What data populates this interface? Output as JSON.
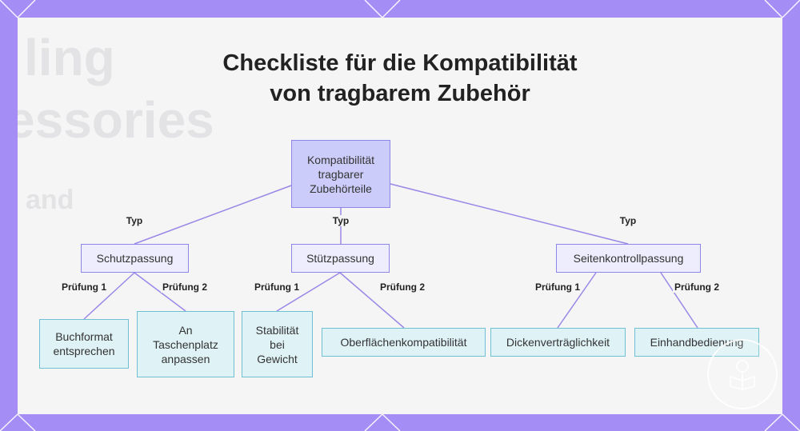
{
  "title": {
    "line1": "Checkliste für die Kompatibilität",
    "line2": "von tragbarem Zubehör"
  },
  "root": {
    "label": "Kompatibilität tragbarer Zubehörteile"
  },
  "types": [
    {
      "edge_label": "Typ",
      "label": "Schutzpassung",
      "checks": [
        {
          "edge_label": "Prüfung 1",
          "label": "Buchformat entsprechen"
        },
        {
          "edge_label": "Prüfung 2",
          "label": "An Taschenplatz anpassen"
        }
      ]
    },
    {
      "edge_label": "Typ",
      "label": "Stützpassung",
      "checks": [
        {
          "edge_label": "Prüfung 1",
          "label": "Stabilität bei Gewicht"
        },
        {
          "edge_label": "Prüfung 2",
          "label": "Oberflächenkompatibilität"
        }
      ]
    },
    {
      "edge_label": "Typ",
      "label": "Seitenkontrollpassung",
      "checks": [
        {
          "edge_label": "Prüfung 1",
          "label": "Dickenverträglichkeit"
        },
        {
          "edge_label": "Prüfung 2",
          "label": "Einhandbedienung"
        }
      ]
    }
  ],
  "colors": {
    "frame": "#a48ef5",
    "edge": "#9b87e6",
    "root_fill": "#ccccfa",
    "type_fill": "#ededfd",
    "leaf_fill": "#dff2f6",
    "leaf_border": "#6fc0d2"
  },
  "icons": {
    "badge": "book-tree-icon"
  }
}
